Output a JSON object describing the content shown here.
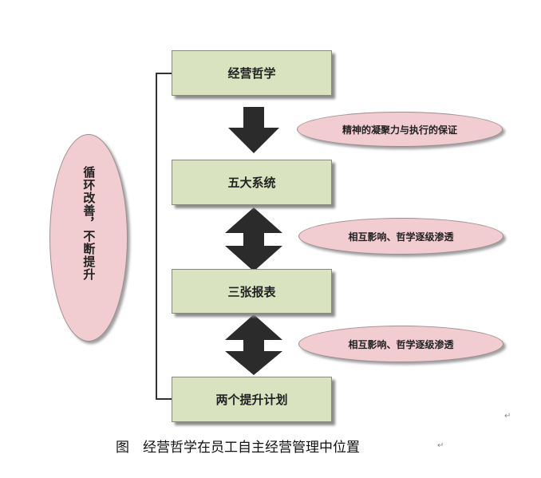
{
  "boxes": {
    "b1": "经营哲学",
    "b2": "五大系统",
    "b3": "三张报表",
    "b4": "两个提升计划"
  },
  "notes": {
    "n1": "精神的凝聚力与执行的保证",
    "n2": "相互影响、哲学逐级渗透",
    "n3": "相互影响、哲学逐级渗透"
  },
  "loop_label": "循环改善，不断提升",
  "caption": "图　经营哲学在员工自主经营管理中位置",
  "colors": {
    "box_fill": "#d9e3bf",
    "ellipse_fill": "#f1cdd2",
    "arrow_fill": "#2b2b2b"
  }
}
